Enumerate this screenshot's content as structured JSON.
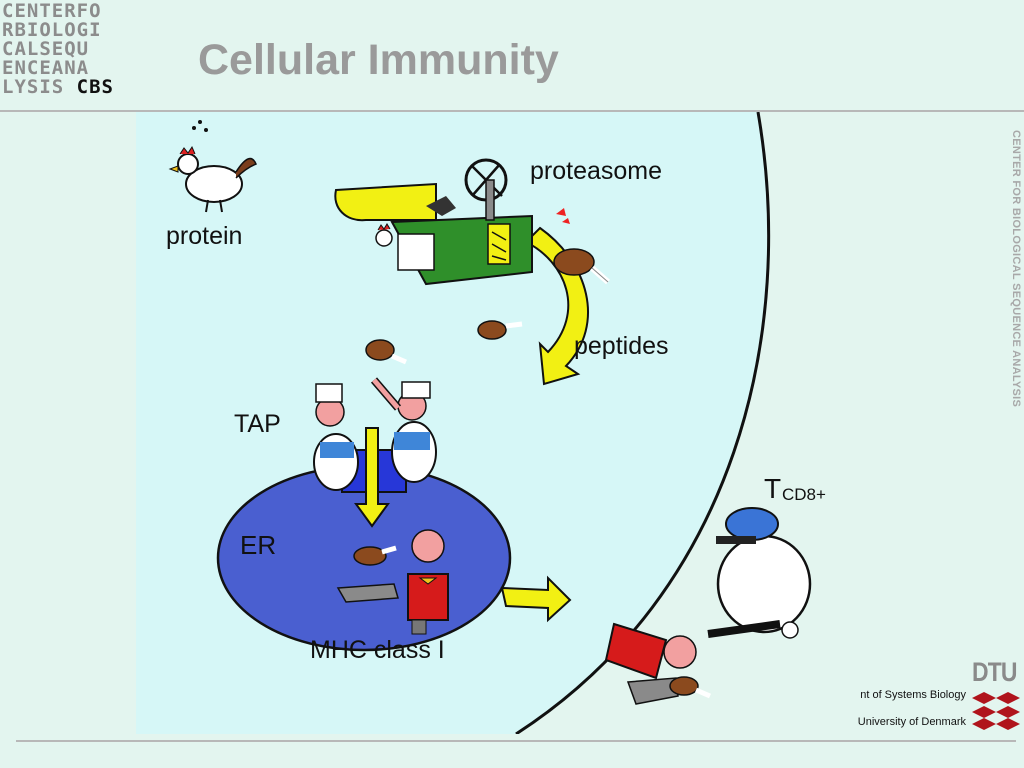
{
  "logo": {
    "lines": [
      "CENTERFO",
      "RBIOLOGI",
      "CALSEQU",
      "ENCEANA",
      "LYSIS"
    ],
    "cbs": "CBS"
  },
  "title": "Cellular Immunity",
  "side_text": "CENTER FOR BIOLOGICAL SEQUENCE ANALYSIS",
  "diagram": {
    "labels": {
      "protein": "protein",
      "proteasome": "proteasome",
      "peptides": "peptides",
      "tap": "TAP",
      "er": "ER",
      "mhc": "MHC class I",
      "t": "T",
      "cd8": "CD8+"
    }
  },
  "footer": {
    "dept": "nt of Systems Biology",
    "univ": "University of Denmark",
    "dtu": "DTU"
  },
  "colors": {
    "background": "#e3f5ef",
    "cell": "#d6f7f7",
    "er": "#4a5fd0",
    "arrow_yellow": "#f2f013",
    "proteasome_green": "#2f8f2a",
    "dtu_red": "#b0141c"
  }
}
